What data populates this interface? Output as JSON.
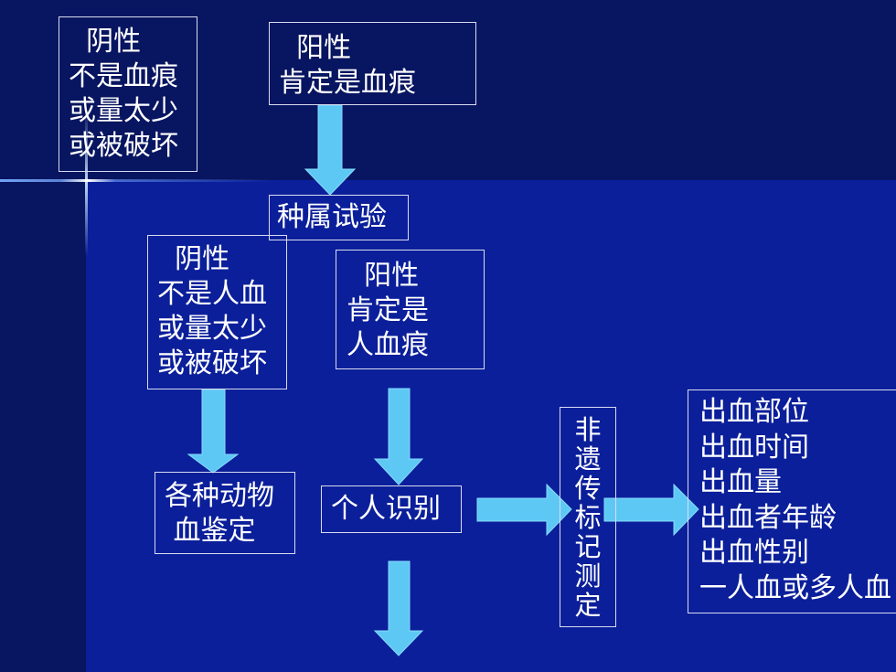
{
  "boxes": {
    "neg_blood": "  阴性\n不是血痕\n或量太少\n或被破坏",
    "pos_blood": "  阳性\n肯定是血痕",
    "species_test": "种属试验",
    "neg_human": "  阴性\n不是人血\n或量太少\n或被破坏",
    "pos_human": "  阳性\n肯定是\n人血痕",
    "animal_blood": "各种动物\n 血鉴定",
    "individual_id": "个人识别",
    "non_genetic": [
      "非",
      "遗",
      "传",
      "标",
      "记",
      "测",
      "定"
    ],
    "results": "出血部位\n出血时间\n出血量\n出血者年龄\n出血性别\n一人血或多人血"
  },
  "colors": {
    "arrow": "#5ec8f5",
    "arrow_edge": "#86dafc",
    "background": "#0b1f9a",
    "background_dark": "#081560",
    "border": "#d8dcf0",
    "text": "#ffffff"
  }
}
